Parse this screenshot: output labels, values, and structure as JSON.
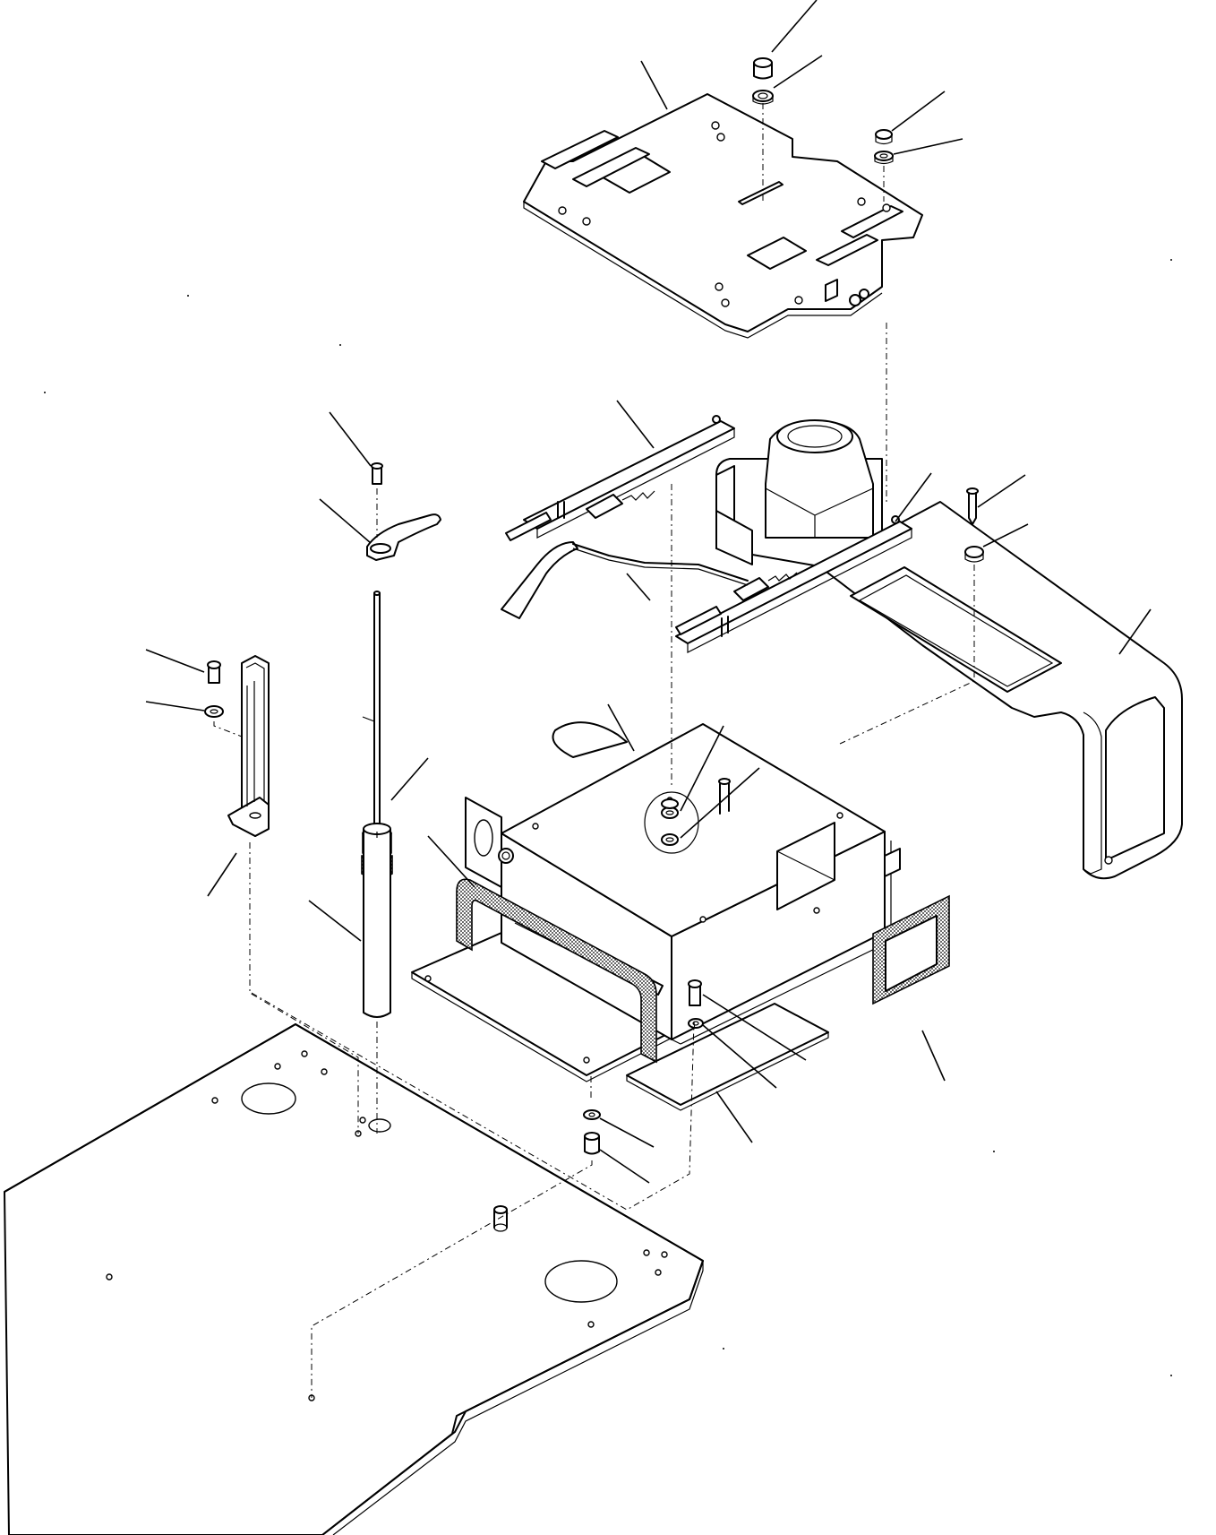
{
  "figure": {
    "background": "#ffffff",
    "line_color": "#000000",
    "parts": [
      "floor-plate",
      "seat-mount-plate",
      "seat-slide-rail",
      "slide-lever-rod",
      "console-base",
      "control-box",
      "gas-spring",
      "knob-lever",
      "l-bracket",
      "sealing-gasket",
      "side-gasket",
      "bottom-plate"
    ]
  }
}
